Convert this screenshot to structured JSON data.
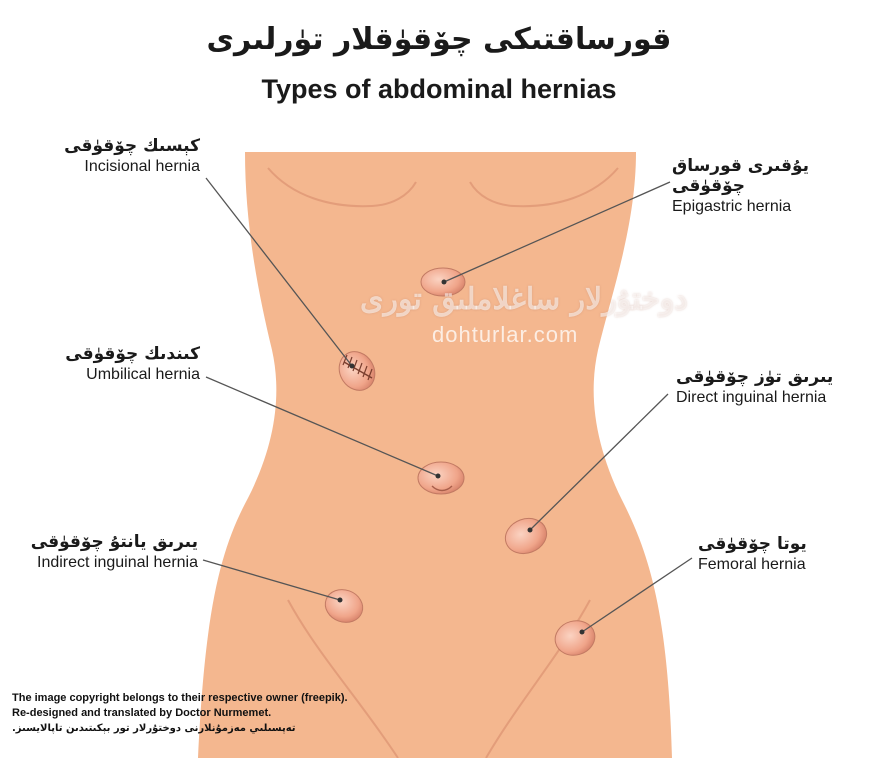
{
  "title": {
    "uyghur": "قورساقتىكى چۆقۈقلار تۈرلىرى",
    "english": "Types of abdominal hernias"
  },
  "labels": [
    {
      "id": "incisional",
      "uyghur": "كېسىك چۆقۈقى",
      "english": "Incisional hernia"
    },
    {
      "id": "epigastric",
      "uyghur": "يۇقىرى قورساق چۆقۈقى",
      "english": "Epigastric hernia"
    },
    {
      "id": "umbilical",
      "uyghur": "كىندىك چۆقۈقى",
      "english": "Umbilical hernia"
    },
    {
      "id": "direct-inguinal",
      "uyghur": "يىرىق تۈز چۆقۈقى",
      "english": "Direct inguinal hernia"
    },
    {
      "id": "indirect-inguinal",
      "uyghur": "يىرىق يانتۇ چۆقۈقى",
      "english": "Indirect inguinal hernia"
    },
    {
      "id": "femoral",
      "uyghur": "يوتا چۆقۈقى",
      "english": "Femoral hernia"
    }
  ],
  "watermark": {
    "uyghur": "دوختۇرلار ساغلاملىق تورى",
    "english": "dohturlar.com"
  },
  "footer": {
    "line1": "The image copyright belongs to their respective owner (freepik).",
    "line2": "Re-designed and translated by Doctor Nurmemet.",
    "line3": "تەپسىلىي مەزمۇنلارنى دوختۇرلار تور بېكىتىدىن تاپالايسىز."
  },
  "colors": {
    "skin": "#f4b78f",
    "skin_shadow": "#e9a07a",
    "hernia": "#f0a58a",
    "hernia_edge": "#b66a55",
    "leader": "#555555"
  }
}
